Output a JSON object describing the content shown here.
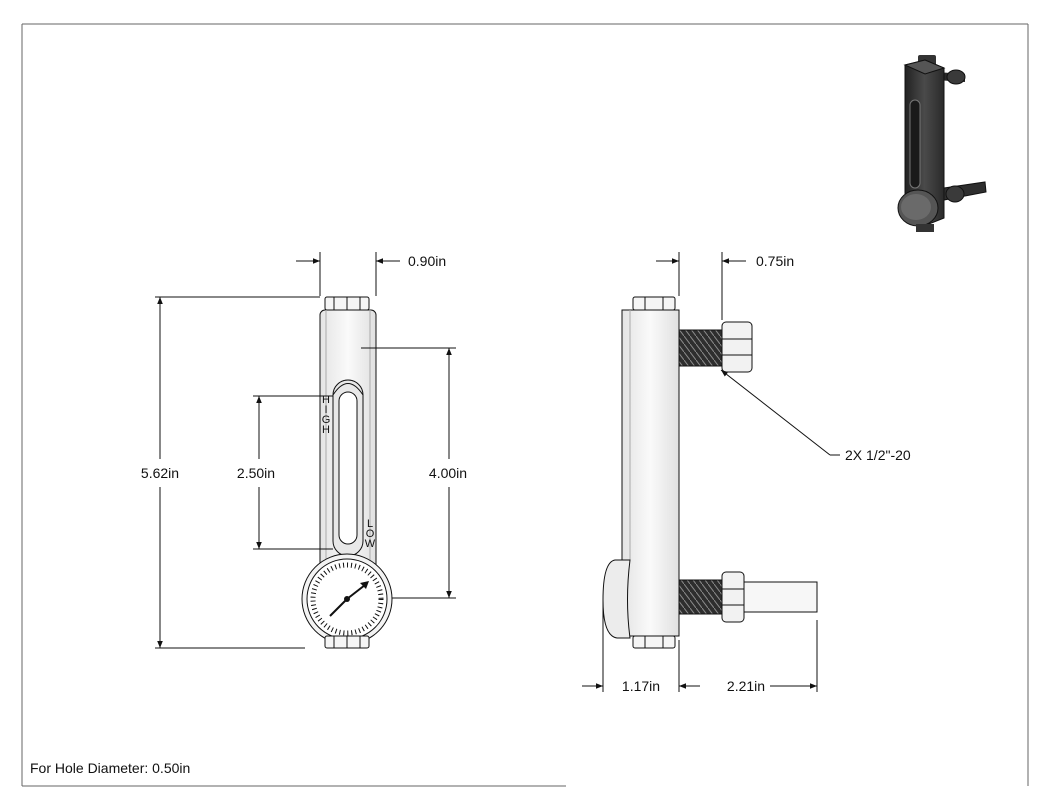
{
  "dimensions": {
    "front_width": "0.90in",
    "overall_height": "5.62in",
    "window_height": "2.50in",
    "center_distance": "4.00in",
    "side_bolt_width": "0.75in",
    "thread_callout": "2X 1/2\"-20",
    "side_depth": "1.17in",
    "bolt_length": "2.21in"
  },
  "level_labels": {
    "high": [
      "H",
      "I",
      "G",
      "H"
    ],
    "low": [
      "L",
      "O",
      "W"
    ]
  },
  "footer_note": "For Hole Diameter: 0.50in",
  "colors": {
    "line": "#111111",
    "body_fill": "#f2f2f2",
    "thread_dark": "#3a3a3a",
    "iso_dark": "#3c3c3c"
  }
}
